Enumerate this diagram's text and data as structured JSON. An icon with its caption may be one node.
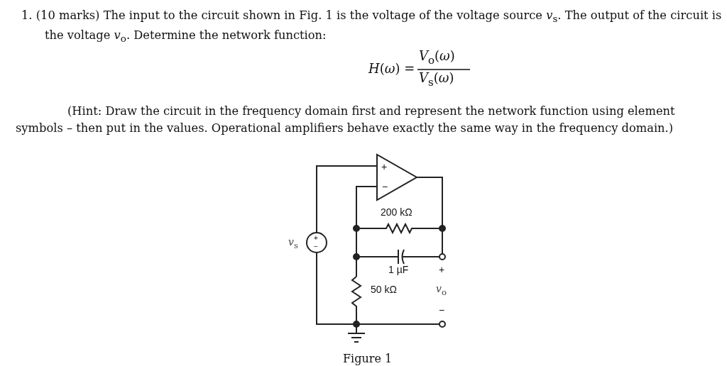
{
  "diagram": {
    "caption": "Figure 1",
    "labels": [
      "1. (10 marks) The input to the circuit shown in Fig. 1 is the voltage of the voltage source *v*$_{s}$. The output of the circuit is the voltage *v*$_{o}$. Determine the network function:",
      "*H*(*ω*) =",
      "*V*$_{o}$(*ω*)",
      "*V*$_{s}$(*ω*)",
      "(Hint: Draw the circuit in the frequency domain first and represent the network function using element symbols – then put in the values. Operational amplifiers behave exactly the same way in the frequency domain.)",
      "+",
      "−",
      "200 kΩ",
      "*v*$_{s}$",
      "+",
      "−",
      "1 µF",
      "+",
      "50 kΩ",
      "*v*$_{o}$",
      "−"
    ]
  }
}
